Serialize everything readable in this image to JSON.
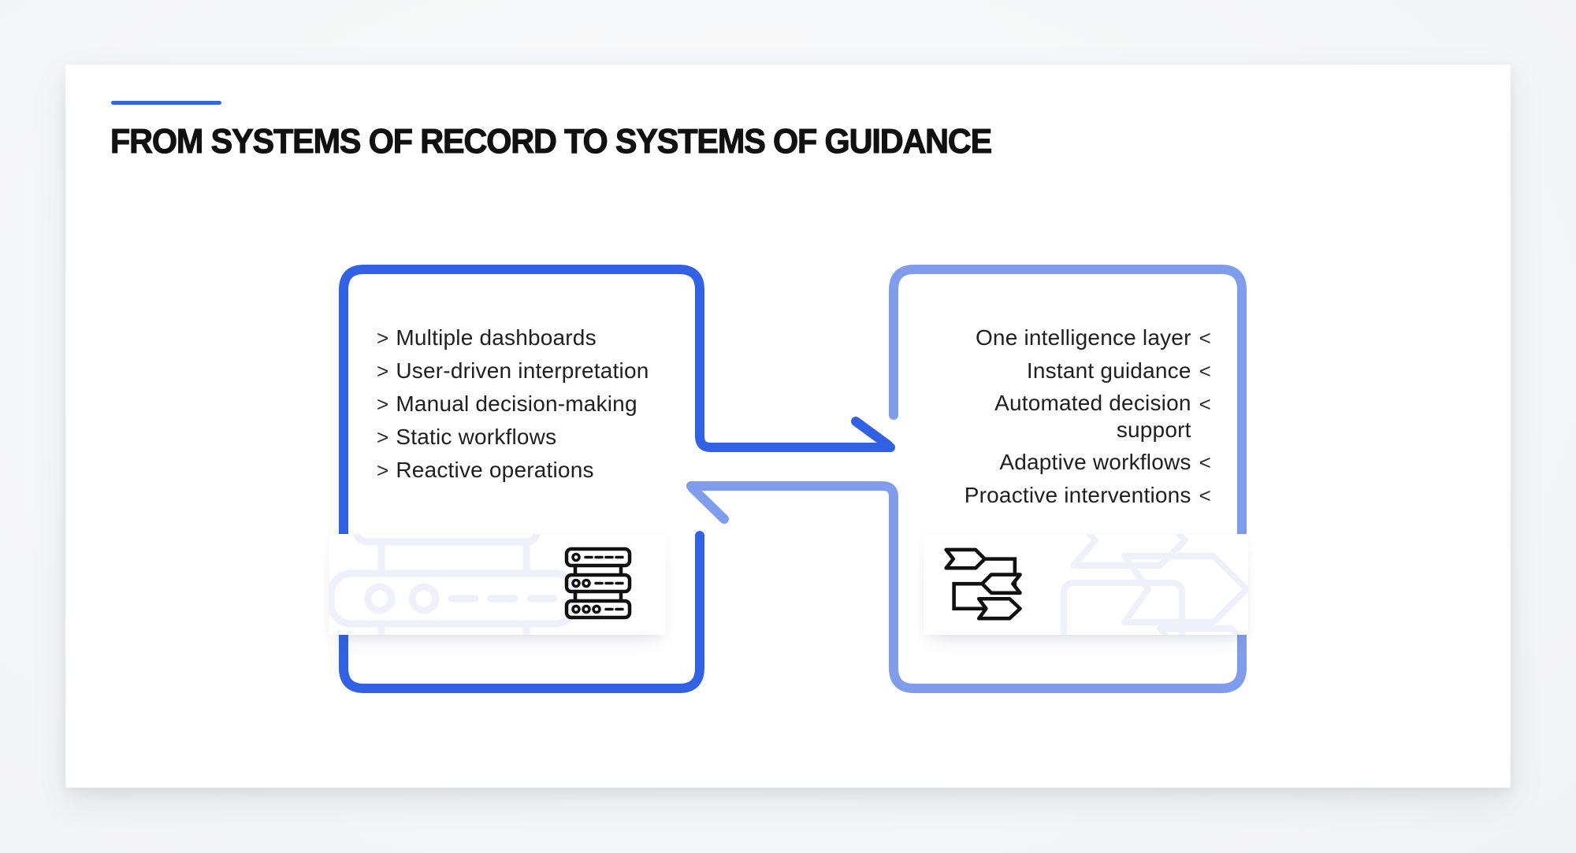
{
  "header": {
    "title": "FROM SYSTEMS OF RECORD TO SYSTEMS OF GUIDANCE"
  },
  "colors": {
    "accent_line": "#3365E4",
    "left_box_border": "#3161E4",
    "right_box_border": "#7F9DEC",
    "body_text": "#202022",
    "card_background": "#FFFFFF",
    "page_background": "#F5F6F7",
    "ghost_icon": "#EEF1F9",
    "icon_ink": "#111111"
  },
  "left_box": {
    "bullet": ">",
    "icon": "server-stack-icon",
    "items": [
      {
        "text": "Multiple dashboards"
      },
      {
        "text": "User-driven interpretation"
      },
      {
        "text": "Manual decision-making"
      },
      {
        "text": "Static workflows"
      },
      {
        "text": "Reactive operations"
      }
    ]
  },
  "right_box": {
    "bullet": "<",
    "icon": "workflow-icon",
    "items": [
      {
        "text": "One intelligence layer"
      },
      {
        "text": "Instant guidance"
      },
      {
        "text": "Automated decision",
        "text2": "support"
      },
      {
        "text": "Adaptive workflows"
      },
      {
        "text": "Proactive interventions"
      }
    ]
  }
}
